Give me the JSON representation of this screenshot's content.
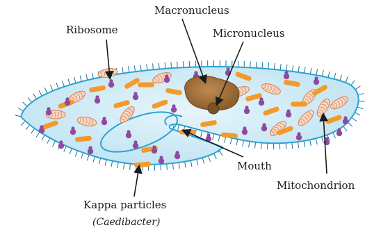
{
  "labels": {
    "ribosome": "Ribosome",
    "macronucleus": "Macronucleus",
    "micronucleus": "Micronucleus",
    "mouth": "Mouth",
    "mitochondrion": "Mitochondrion",
    "kappa": "Kappa particles",
    "kappa_genus": "(Caedibacter)"
  },
  "colors": {
    "cytoplasm": "#cfeaf5",
    "membrane": "#2aa3cf",
    "cilia": "#1c6f9a",
    "kappa": "#f39a2b",
    "ribosome": "#8e4aa0",
    "mitochondrion_fill": "#f6d9c3",
    "mitochondrion_stroke": "#d98a63",
    "macronucleus": "#a0723c",
    "micronucleus": "#7a5226"
  }
}
